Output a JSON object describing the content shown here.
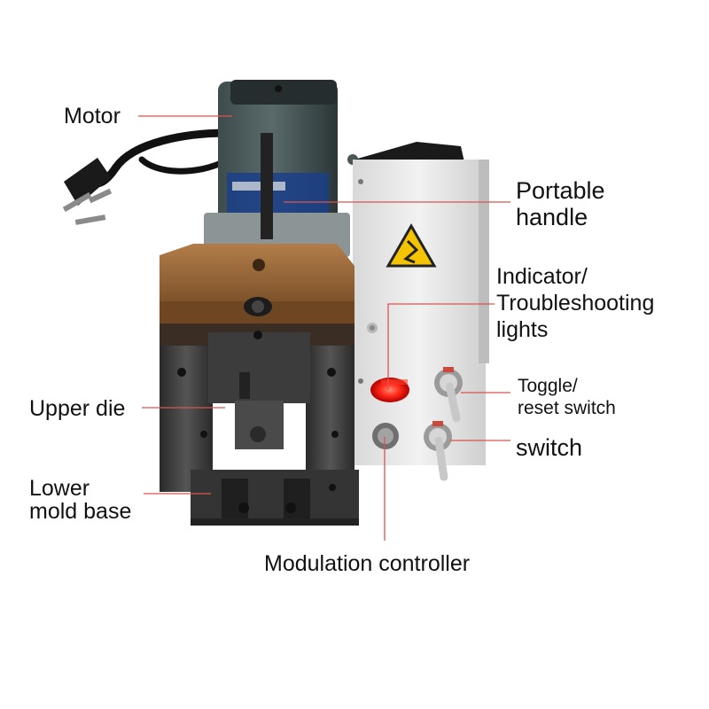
{
  "labels": {
    "motor": "Motor",
    "portable_handle": [
      "Portable",
      "handle"
    ],
    "indicator": [
      "Indicator/",
      "Troubleshooting",
      "lights"
    ],
    "toggle": [
      "Toggle/",
      "reset switch"
    ],
    "switch": "switch",
    "upper_die": "Upper die",
    "lower_mold_base": [
      "Lower",
      "mold base"
    ],
    "modulation_controller": "Modulation controller"
  },
  "colors": {
    "leader_line": "#d9534f",
    "background": "#ffffff",
    "indicator_light": "#ff2a1a",
    "die_bronze": "#9a6a3a",
    "steel_dark": "#2f2f2f",
    "housing_white": "#eeeeee",
    "warning_yellow": "#f5c400"
  },
  "icons": [
    "power-plug-icon",
    "esd-warning-icon"
  ]
}
